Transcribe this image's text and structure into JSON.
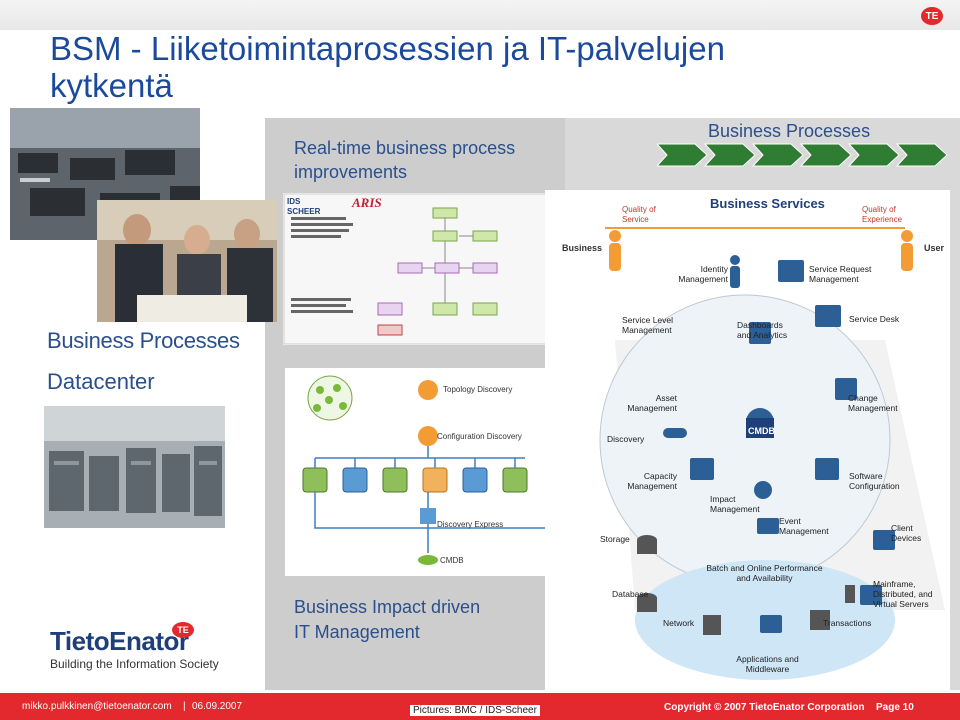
{
  "header": {
    "title_line1": "BSM - Liiketoimintaprosessien ja IT-palvelujen",
    "title_line2": "kytkentä",
    "badge": "TE"
  },
  "left": {
    "business_processes": "Business Processes",
    "datacenter": "Datacenter",
    "logo_name": "TietoEnator",
    "logo_badge": "TE",
    "logo_tagline": "Building the Information Society"
  },
  "middle": {
    "realtime_line1": "Real-time business process",
    "realtime_line2": "improvements",
    "ids_logo": "IDS SCHEER",
    "aris": "ARIS",
    "topology": "Topology Discovery",
    "config": "Configuration Discovery",
    "discovery_express": "Discovery Express",
    "cmdb_small": "CMDB",
    "bim_line1": "Business Impact driven",
    "bim_line2": "IT Management"
  },
  "right": {
    "business_processes": "Business Processes",
    "business_services": "Business Services",
    "quality_of_service": "Quality of Service",
    "quality_of_experience": "Quality of Experience",
    "business": "Business",
    "user": "User",
    "identity_mgmt": "Identity Management",
    "service_request": "Service Request Management",
    "service_level": "Service Level Management",
    "dashboards": "Dashboards and Analytics",
    "service_desk": "Service Desk",
    "asset_mgmt": "Asset Management",
    "change_mgmt": "Change Management",
    "discovery": "Discovery",
    "cmdb": "CMDB",
    "capacity": "Capacity Management",
    "software_config": "Software Configuration",
    "impact_mgmt": "Impact Management",
    "event_mgmt": "Event Management",
    "storage": "Storage",
    "client_devices": "Client Devices",
    "batch": "Batch and Online Performance and Availability",
    "database": "Database",
    "mainframe": "Mainframe, Distributed, and Virtual Servers",
    "network": "Network",
    "transactions": "Transactions",
    "apps": "Applications and Middleware"
  },
  "footer": {
    "email": "mikko.pulkkinen@tietoenator.com",
    "date": "06.09.2007",
    "pictures": "Pictures: BMC / IDS-Scheer",
    "copyright": "Copyright © 2007 TietoEnator Corporation",
    "page": "Page 10"
  },
  "colors": {
    "title_blue": "#1b4a9c",
    "footer_red": "#e3292e",
    "chevron_green": "#2e7d32",
    "user_orange": "#f39c34",
    "gray_panel": "#d9d9d9"
  }
}
